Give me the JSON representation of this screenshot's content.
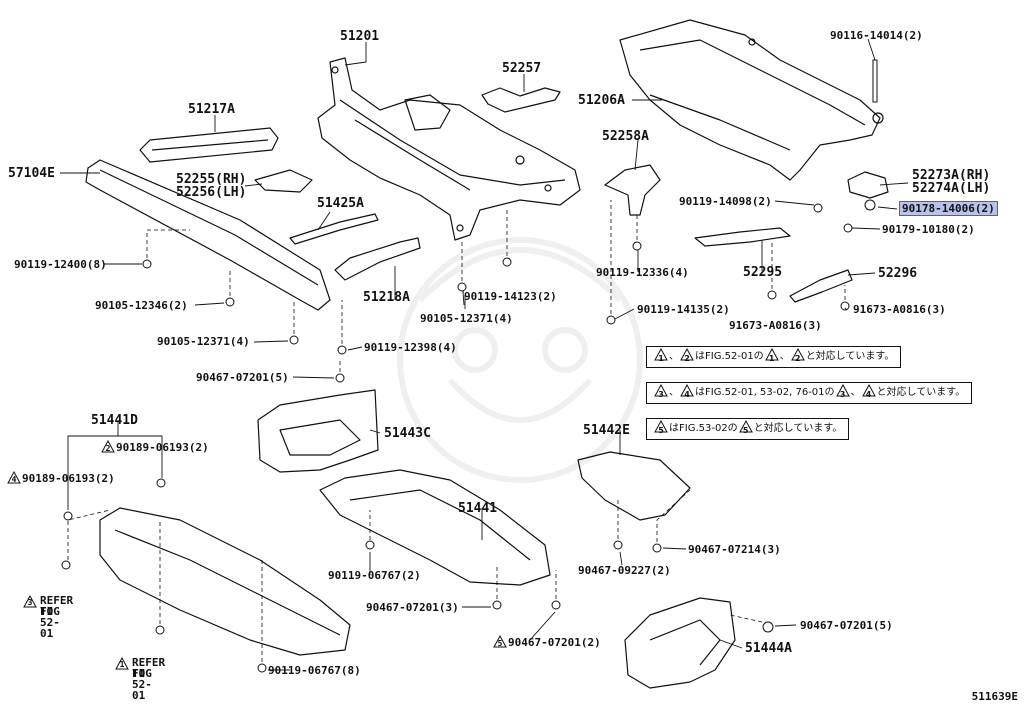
{
  "callouts": {
    "p51201": "51201",
    "p52257": "52257",
    "p51217A": "51217A",
    "p57104E": "57104E",
    "p52255": "52255(RH)",
    "p52256": "52256(LH)",
    "p51425A": "51425A",
    "p51218A": "51218A",
    "p51206A": "51206A",
    "p52258A": "52258A",
    "p90116": "90116-14014(2)",
    "p52273A": "52273A(RH)",
    "p52274A": "52274A(LH)",
    "p90178": "90178-14006(2)",
    "p90179": "90179-10180(2)",
    "p90119_14098": "90119-14098(2)",
    "p52295": "52295",
    "p52296": "52296",
    "p90119_12336": "90119-12336(4)",
    "p90119_14135": "90119-14135(2)",
    "p91673_R": "91673-A0816(3)",
    "p91673_L": "91673-A0816(3)",
    "p90119_12400": "90119-12400(8)",
    "p90105_12346": "90105-12346(2)",
    "p90105_12371_L": "90105-12371(4)",
    "p90105_12371_R": "90105-12371(4)",
    "p90119_14123": "90119-14123(2)",
    "p90119_12398": "90119-12398(4)",
    "p90467_07201_top": "90467-07201(5)",
    "p51443C": "51443C",
    "p51441D": "51441D",
    "p90189_a": "90189-06193(2)",
    "p90189_b": "90189-06193(2)",
    "p51442E": "51442E",
    "p51441": "51441",
    "p90119_06767_mid": "90119-06767(2)",
    "p90467_07214": "90467-07214(3)",
    "p90467_09227": "90467-09227(2)",
    "p90467_07201_mid": "90467-07201(3)",
    "p90467_07201_bot": "90467-07201(2)",
    "p90467_07201_right": "90467-07201(5)",
    "p51444A": "51444A",
    "p90119_06767_bot": "90119-06767(8)"
  },
  "tri_marks": {
    "one": "1",
    "two": "2",
    "three": "3",
    "four": "4",
    "five": "5"
  },
  "refs": {
    "ref3_line1": "REFER TO",
    "ref3_line2": "FIG 52-01",
    "ref1_line1": "REFER TO",
    "ref1_line2": "FIG 52-01"
  },
  "notes": {
    "n1_a": "、",
    "n1_b": "はFIG.52-01の",
    "n1_c": "、",
    "n1_d": "と対応しています。",
    "n2_a": "、",
    "n2_b": "はFIG.52-01, 53-02, 76-01の",
    "n2_c": "、",
    "n2_d": "と対応しています。",
    "n3_b": "はFIG.53-02の",
    "n3_d": "と対応しています。"
  },
  "catalog_code": "511639E",
  "colors": {
    "highlight": "#b9c2ea",
    "line": "#111111"
  }
}
